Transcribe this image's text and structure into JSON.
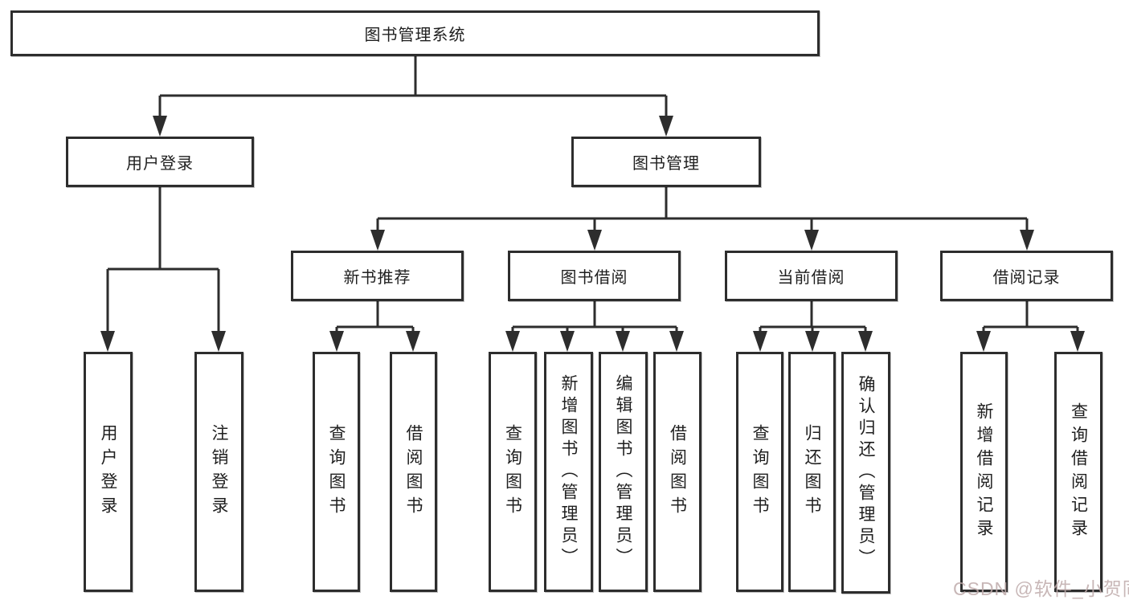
{
  "colors": {
    "line": "#2d2d2d",
    "text": "#1f1f1f",
    "watermark": "rgba(190,170,170,0.85)"
  },
  "tree": {
    "label": "图书管理系统",
    "children": [
      {
        "label": "用户登录",
        "children": [
          {
            "label": "用户登录"
          },
          {
            "label": "注销登录"
          }
        ]
      },
      {
        "label": "图书管理",
        "children": [
          {
            "label": "新书推荐",
            "children": [
              {
                "label": "查询图书"
              },
              {
                "label": "借阅图书"
              }
            ]
          },
          {
            "label": "图书借阅",
            "children": [
              {
                "label": "查询图书"
              },
              {
                "label": "新增图书（管理员）"
              },
              {
                "label": "编辑图书（管理员）"
              },
              {
                "label": "借阅图书"
              }
            ]
          },
          {
            "label": "当前借阅",
            "children": [
              {
                "label": "查询图书"
              },
              {
                "label": "归还图书"
              },
              {
                "label": "确认归还（管理员）"
              }
            ]
          },
          {
            "label": "借阅记录",
            "children": [
              {
                "label": "新增借阅记录"
              },
              {
                "label": "查询借阅记录"
              }
            ]
          }
        ]
      }
    ]
  },
  "watermark": {
    "text": "CSDN @软件_小贺同学"
  }
}
